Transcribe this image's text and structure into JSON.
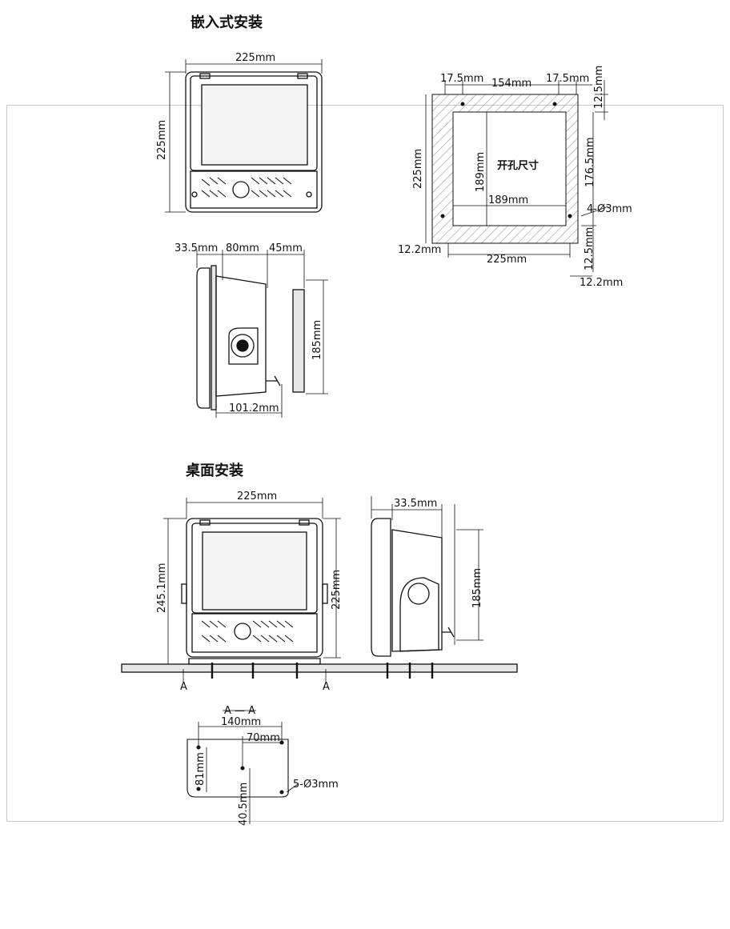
{
  "sections": {
    "flush_mount_title": "嵌入式安装",
    "desk_mount_title": "桌面安装"
  },
  "flush_front": {
    "width": "225mm",
    "height": "225mm"
  },
  "cutout": {
    "margin_left": "17.5mm",
    "inner_top": "154mm",
    "margin_right": "17.5mm",
    "top_offset": "12.5mm",
    "outer_height": "225mm",
    "inner_height": "189mm",
    "inner_width": "189mm",
    "label": "开孔尺寸",
    "height_176": "176.5mm",
    "holes": "4-Ø3mm",
    "left_offset": "12.2mm",
    "outer_width": "225mm",
    "bottom_offset": "12.5mm",
    "right_offset": "12.2mm"
  },
  "flush_side": {
    "front_depth": "33.5mm",
    "body_depth": "80mm",
    "bracket": "45mm",
    "height": "185mm",
    "total_depth": "101.2mm"
  },
  "desk_front": {
    "width": "225mm",
    "total_height": "245.1mm",
    "height": "225mm",
    "section_marker": "A"
  },
  "desk_side": {
    "front_depth": "33.5mm",
    "height": "185mm"
  },
  "base_plate": {
    "section_label": "A — A",
    "width": "140mm",
    "hole_spacing": "70mm",
    "height": "81mm",
    "offset": "40.5mm",
    "holes": "5-Ø3mm"
  },
  "colors": {
    "line": "#111111",
    "hatch": "#9a9a9a",
    "panel": "#e6e6e6",
    "screen": "#f4f4f4"
  }
}
